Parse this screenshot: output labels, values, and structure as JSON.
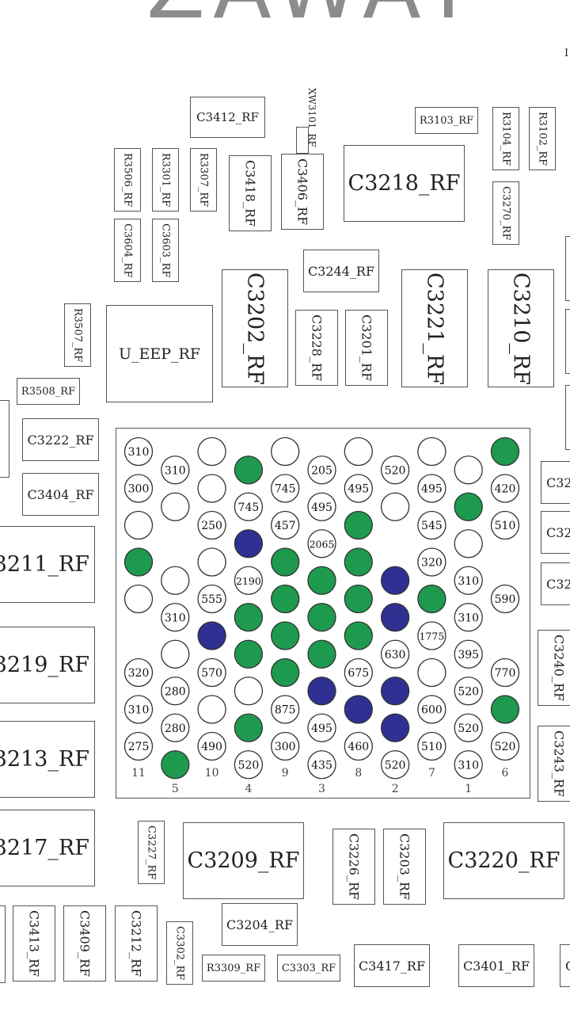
{
  "watermark": "ZAWAY",
  "edge_mark": "I",
  "components": [
    "C3412_RF",
    "XW3101_RF",
    "R3103_RF",
    "R3104_RF",
    "R3102_RF",
    "C3218_RF",
    "R3506_RF",
    "R3301_RF",
    "R3307_RF",
    "C3418_RF",
    "C3406_RF",
    "C3270_RF",
    "C3604_RF",
    "C3603_RF",
    "C3244_RF",
    "C3202_RF",
    "C3221_RF",
    "C3210_RF",
    "C3228_RF",
    "C3201_RF",
    "R3507_RF",
    "U_EEP_RF",
    "R3508_RF",
    "C3222_RF",
    "C3404_RF",
    "C32",
    "C32",
    "C32",
    "3211_RF",
    "3219_RF",
    "3213_RF",
    "3217_RF",
    "C3240_RF",
    "C3243_RF",
    "C3227_RF",
    "C3209_RF",
    "C3226_RF",
    "C3203_RF",
    "C3220_RF",
    "C3204_RF",
    "C3413_RF",
    "C3409_RF",
    "C3212_RF",
    "C3302_RF",
    "R3309_RF",
    "C3303_RF",
    "C3417_RF",
    "C3401_RF",
    "C"
  ],
  "chip": {
    "column_labels": [
      "11",
      "5",
      "10",
      "4",
      "9",
      "3",
      "8",
      "2",
      "7",
      "1",
      "6"
    ],
    "colors": {
      "green": "#1e9a4e",
      "blue": "#2e3192",
      "outline": "#333333",
      "empty": "#ffffff"
    },
    "pins": [
      {
        "c": 0,
        "r": 0,
        "v": "310"
      },
      {
        "c": 0,
        "r": 1,
        "v": "300"
      },
      {
        "c": 0,
        "r": 2,
        "v": ""
      },
      {
        "c": 0,
        "r": 3,
        "v": "",
        "s": "green"
      },
      {
        "c": 0,
        "r": 4,
        "v": ""
      },
      {
        "c": 0,
        "r": 6,
        "v": "320"
      },
      {
        "c": 0,
        "r": 7,
        "v": "310"
      },
      {
        "c": 0,
        "r": 8,
        "v": "275"
      },
      {
        "c": 1,
        "r": 0.5,
        "v": "310"
      },
      {
        "c": 1,
        "r": 1.5,
        "v": ""
      },
      {
        "c": 1,
        "r": 3.5,
        "v": ""
      },
      {
        "c": 1,
        "r": 4.5,
        "v": "310"
      },
      {
        "c": 1,
        "r": 5.5,
        "v": ""
      },
      {
        "c": 1,
        "r": 6.5,
        "v": "280"
      },
      {
        "c": 1,
        "r": 7.5,
        "v": "280"
      },
      {
        "c": 1,
        "r": 8.5,
        "v": "",
        "s": "green"
      },
      {
        "c": 2,
        "r": 0,
        "v": ""
      },
      {
        "c": 2,
        "r": 1,
        "v": ""
      },
      {
        "c": 2,
        "r": 2,
        "v": "250"
      },
      {
        "c": 2,
        "r": 3,
        "v": ""
      },
      {
        "c": 2,
        "r": 4,
        "v": "555"
      },
      {
        "c": 2,
        "r": 5,
        "v": "",
        "s": "blue"
      },
      {
        "c": 2,
        "r": 6,
        "v": "570"
      },
      {
        "c": 2,
        "r": 7,
        "v": ""
      },
      {
        "c": 2,
        "r": 8,
        "v": "490"
      },
      {
        "c": 3,
        "r": 0.5,
        "v": "",
        "s": "green"
      },
      {
        "c": 3,
        "r": 1.5,
        "v": "745"
      },
      {
        "c": 3,
        "r": 2.5,
        "v": "",
        "s": "blue"
      },
      {
        "c": 3,
        "r": 3.5,
        "v": "2190"
      },
      {
        "c": 3,
        "r": 4.5,
        "v": "",
        "s": "green"
      },
      {
        "c": 3,
        "r": 5.5,
        "v": "",
        "s": "green"
      },
      {
        "c": 3,
        "r": 6.5,
        "v": ""
      },
      {
        "c": 3,
        "r": 7.5,
        "v": "",
        "s": "green"
      },
      {
        "c": 3,
        "r": 8.5,
        "v": "520"
      },
      {
        "c": 4,
        "r": 0,
        "v": ""
      },
      {
        "c": 4,
        "r": 1,
        "v": "745"
      },
      {
        "c": 4,
        "r": 2,
        "v": "457"
      },
      {
        "c": 4,
        "r": 3,
        "v": "",
        "s": "green"
      },
      {
        "c": 4,
        "r": 4,
        "v": "",
        "s": "green"
      },
      {
        "c": 4,
        "r": 5,
        "v": "",
        "s": "green"
      },
      {
        "c": 4,
        "r": 6,
        "v": "",
        "s": "green"
      },
      {
        "c": 4,
        "r": 7,
        "v": "875"
      },
      {
        "c": 4,
        "r": 8,
        "v": "300"
      },
      {
        "c": 5,
        "r": 0.5,
        "v": "205"
      },
      {
        "c": 5,
        "r": 1.5,
        "v": "495"
      },
      {
        "c": 5,
        "r": 2.5,
        "v": "2065"
      },
      {
        "c": 5,
        "r": 3.5,
        "v": "",
        "s": "green"
      },
      {
        "c": 5,
        "r": 4.5,
        "v": "",
        "s": "green"
      },
      {
        "c": 5,
        "r": 5.5,
        "v": "",
        "s": "green"
      },
      {
        "c": 5,
        "r": 6.5,
        "v": "",
        "s": "blue"
      },
      {
        "c": 5,
        "r": 7.5,
        "v": "495"
      },
      {
        "c": 5,
        "r": 8.5,
        "v": "435"
      },
      {
        "c": 6,
        "r": 0,
        "v": ""
      },
      {
        "c": 6,
        "r": 1,
        "v": "495"
      },
      {
        "c": 6,
        "r": 2,
        "v": "",
        "s": "green"
      },
      {
        "c": 6,
        "r": 3,
        "v": "",
        "s": "green"
      },
      {
        "c": 6,
        "r": 4,
        "v": "",
        "s": "green"
      },
      {
        "c": 6,
        "r": 5,
        "v": "",
        "s": "green"
      },
      {
        "c": 6,
        "r": 6,
        "v": "675"
      },
      {
        "c": 6,
        "r": 7,
        "v": "",
        "s": "blue"
      },
      {
        "c": 6,
        "r": 8,
        "v": "460"
      },
      {
        "c": 7,
        "r": 0.5,
        "v": "520"
      },
      {
        "c": 7,
        "r": 1.5,
        "v": ""
      },
      {
        "c": 7,
        "r": 3.5,
        "v": "",
        "s": "blue"
      },
      {
        "c": 7,
        "r": 4.5,
        "v": "",
        "s": "blue"
      },
      {
        "c": 7,
        "r": 5.5,
        "v": "630"
      },
      {
        "c": 7,
        "r": 6.5,
        "v": "",
        "s": "blue"
      },
      {
        "c": 7,
        "r": 7.5,
        "v": "",
        "s": "blue"
      },
      {
        "c": 7,
        "r": 8.5,
        "v": "520"
      },
      {
        "c": 8,
        "r": 0,
        "v": ""
      },
      {
        "c": 8,
        "r": 1,
        "v": "495"
      },
      {
        "c": 8,
        "r": 2,
        "v": "545"
      },
      {
        "c": 8,
        "r": 3,
        "v": "320"
      },
      {
        "c": 8,
        "r": 4,
        "v": "",
        "s": "green"
      },
      {
        "c": 8,
        "r": 5,
        "v": "1775"
      },
      {
        "c": 8,
        "r": 6,
        "v": ""
      },
      {
        "c": 8,
        "r": 7,
        "v": "600"
      },
      {
        "c": 8,
        "r": 8,
        "v": "510"
      },
      {
        "c": 9,
        "r": 0.5,
        "v": ""
      },
      {
        "c": 9,
        "r": 1.5,
        "v": "",
        "s": "green"
      },
      {
        "c": 9,
        "r": 2.5,
        "v": ""
      },
      {
        "c": 9,
        "r": 3.5,
        "v": "310"
      },
      {
        "c": 9,
        "r": 4.5,
        "v": "310"
      },
      {
        "c": 9,
        "r": 5.5,
        "v": "395"
      },
      {
        "c": 9,
        "r": 6.5,
        "v": "520"
      },
      {
        "c": 9,
        "r": 7.5,
        "v": "520"
      },
      {
        "c": 9,
        "r": 8.5,
        "v": "310"
      },
      {
        "c": 10,
        "r": 0,
        "v": "",
        "s": "green"
      },
      {
        "c": 10,
        "r": 1,
        "v": "420"
      },
      {
        "c": 10,
        "r": 2,
        "v": "510"
      },
      {
        "c": 10,
        "r": 4,
        "v": "590"
      },
      {
        "c": 10,
        "r": 6,
        "v": "770"
      },
      {
        "c": 10,
        "r": 7,
        "v": "",
        "s": "green"
      },
      {
        "c": 10,
        "r": 8,
        "v": "520"
      }
    ]
  }
}
